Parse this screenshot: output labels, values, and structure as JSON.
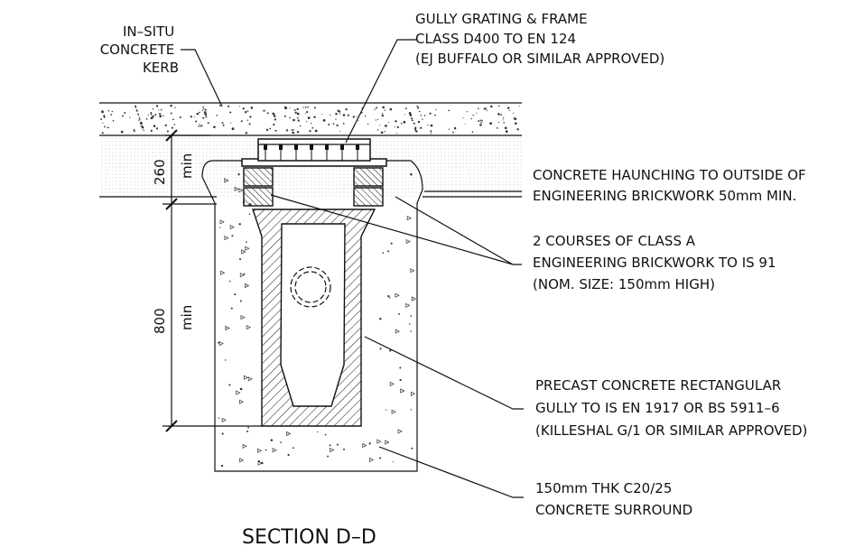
{
  "labels": {
    "kerb": [
      "IN–SITU",
      "CONCRETE",
      "KERB"
    ],
    "grating": [
      "GULLY GRATING & FRAME",
      "CLASS D400 TO EN 124",
      "(EJ BUFFALO OR SIMILAR APPROVED)"
    ],
    "haunching": [
      "CONCRETE HAUNCHING TO OUTSIDE OF",
      "ENGINEERING BRICKWORK 50mm MIN."
    ],
    "brickwork": [
      "2 COURSES OF CLASS A",
      "ENGINEERING  BRICKWORK TO IS 91",
      "(NOM. SIZE: 150mm HIGH)"
    ],
    "gully": [
      "PRECAST CONCRETE RECTANGULAR",
      "GULLY TO IS EN 1917 OR BS 5911–6",
      "(KILLESHAL G/1 OR SIMILAR APPROVED)"
    ],
    "surround": [
      "150mm THK C20/25",
      "CONCRETE SURROUND"
    ]
  },
  "dimensions": {
    "upper_value": "260",
    "upper_unit": "min",
    "lower_value": "800",
    "lower_unit": "min"
  },
  "title": "SECTION D–D"
}
